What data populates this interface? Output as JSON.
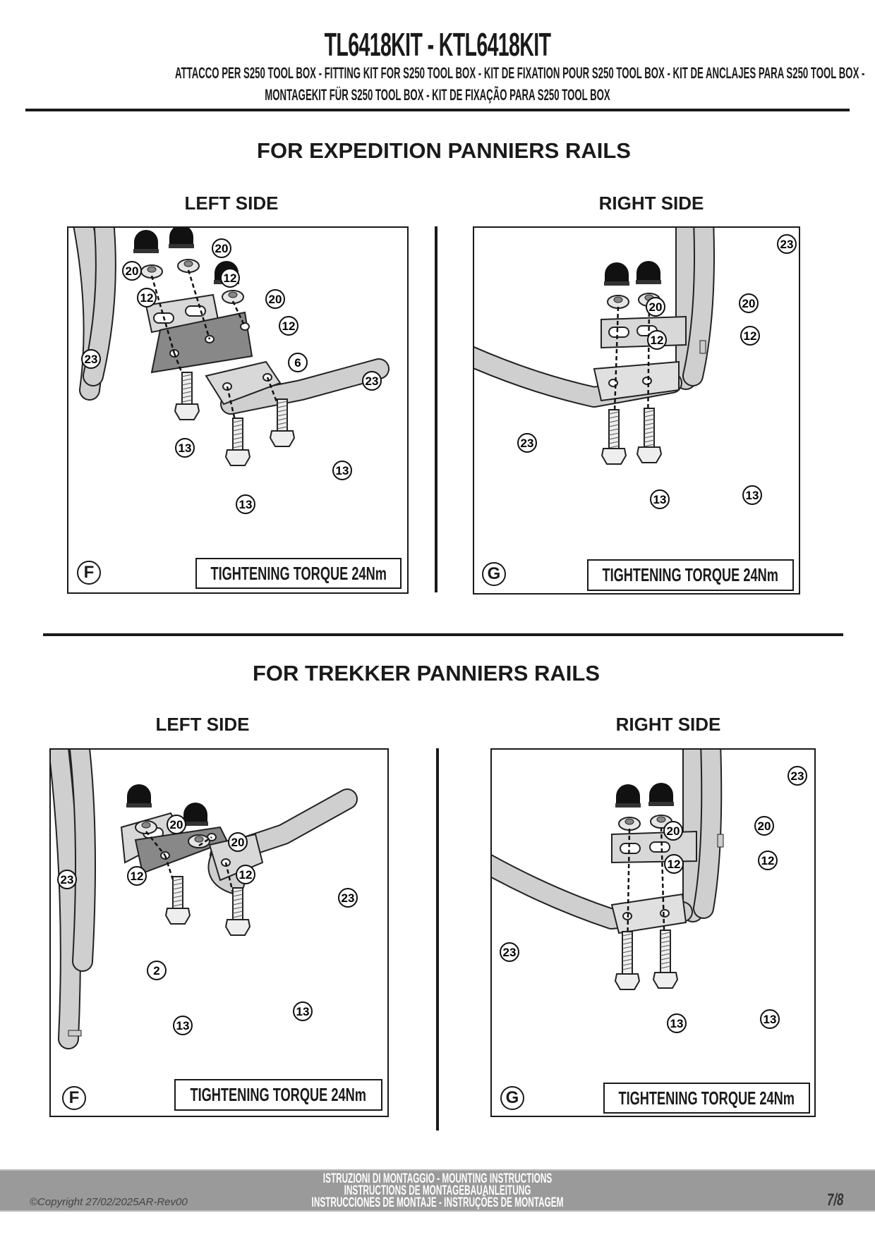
{
  "header": {
    "title": "TL6418KIT - KTL6418KIT",
    "subtitle_line1": "ATTACCO  PER S250 TOOL BOX - FITTING KIT FOR S250 TOOL BOX - KIT DE FIXATION POUR S250 TOOL BOX - KIT DE ANCLAJES PARA S250 TOOL BOX -",
    "subtitle_line2": "MONTAGEKIT FÜR S250 TOOL BOX - KIT DE FIXAÇÃO PARA S250 TOOL BOX"
  },
  "sections": [
    {
      "title": "FOR EXPEDITION PANNIERS RAILS",
      "panels": [
        {
          "side": "LEFT SIDE",
          "letter": "F",
          "torque": "TIGHTENING TORQUE 24Nm",
          "callouts": [
            "20",
            "20",
            "12",
            "12",
            "20",
            "12",
            "23",
            "6",
            "23",
            "13",
            "13",
            "13"
          ]
        },
        {
          "side": "RIGHT SIDE",
          "letter": "G",
          "torque": "TIGHTENING TORQUE 24Nm",
          "callouts": [
            "23",
            "20",
            "20",
            "12",
            "12",
            "23",
            "13",
            "13"
          ]
        }
      ]
    },
    {
      "title": "FOR TREKKER PANNIERS RAILS",
      "panels": [
        {
          "side": "LEFT SIDE",
          "letter": "F",
          "torque": "TIGHTENING TORQUE 24Nm",
          "callouts": [
            "20",
            "20",
            "12",
            "12",
            "23",
            "23",
            "2",
            "13",
            "13"
          ]
        },
        {
          "side": "RIGHT SIDE",
          "letter": "G",
          "torque": "TIGHTENING TORQUE 24Nm",
          "callouts": [
            "23",
            "20",
            "20",
            "12",
            "12",
            "23",
            "13",
            "13"
          ]
        }
      ]
    }
  ],
  "footer": {
    "line1": "ISTRUZIONI DI MONTAGGIO  -  MOUNTING INSTRUCTIONS",
    "line2": "INSTRUCTIONS DE MONTAGEBAUANLEITUNG",
    "line3": "INSTRUCCIONES DE MONTAJE - INSTRUÇÕES DE MONTAGEM",
    "copyright": "©Copyright 27/02/2025AR-Rev00",
    "page": "7/8"
  }
}
